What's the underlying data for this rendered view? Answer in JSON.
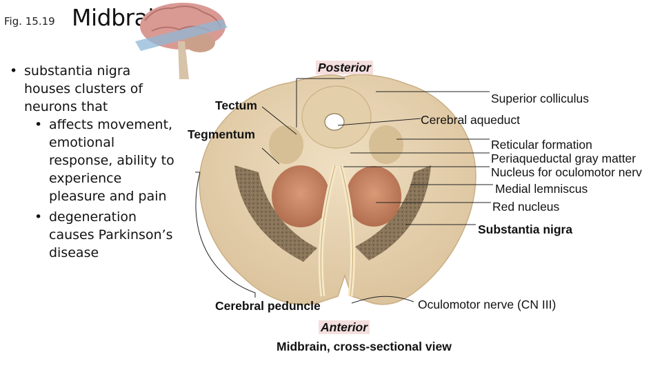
{
  "fig_label": "Fig. 15.19",
  "title": "Midbrain",
  "bullets": [
    {
      "lines": [
        "substantia nigra",
        "houses clusters of",
        "neurons that"
      ]
    },
    {
      "sub": [
        {
          "lines": [
            "affects movement,",
            "emotional",
            "response, ability to",
            "experience",
            "pleasure and pain"
          ]
        },
        {
          "lines": [
            "degeneration",
            "causes Parkinson’s",
            "disease"
          ]
        }
      ]
    }
  ],
  "labels": {
    "posterior": "Posterior",
    "tectum": "Tectum",
    "tegmentum": "Tegmentum",
    "superior_colliculus": "Superior colliculus",
    "cerebral_aqueduct": "Cerebral aqueduct",
    "reticular_formation": "Reticular formation",
    "periaqueductal_gray": "Periaqueductal gray matter",
    "nucleus_oculomotor": "Nucleus for oculomotor nerv",
    "medial_lemniscus": "Medial lemniscus",
    "red_nucleus": "Red nucleus",
    "substantia_nigra": "Substantia nigra",
    "cerebral_peduncle": "Cerebral peduncle",
    "oculomotor_nerve": "Oculomotor nerve (CN III)",
    "anterior": "Anterior",
    "caption": "Midbrain, cross-sectional view"
  },
  "colors": {
    "tissue": "#ecd9b8",
    "tissue_dark": "#d7bf97",
    "nigra": "#7d6a4f",
    "red_nucleus": "#c98664",
    "aqueduct_ring": "#e5d3b0",
    "highlight": "#f4dede",
    "line": "#222222"
  }
}
